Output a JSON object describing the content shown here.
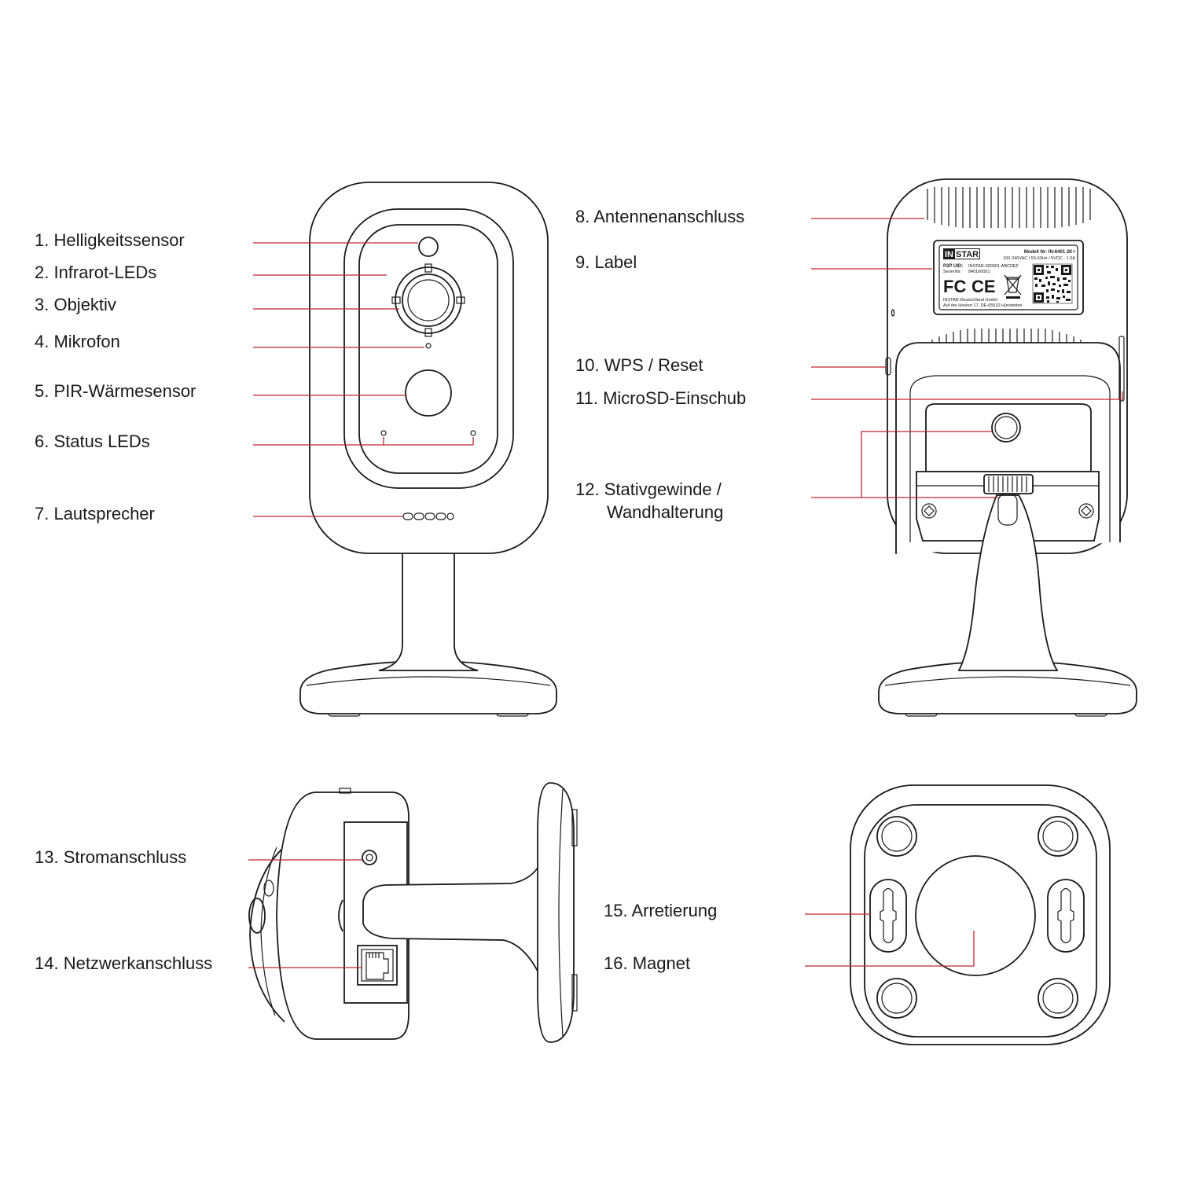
{
  "colors": {
    "leader": "#c0272d",
    "outline": "#1a1a1a",
    "background": "#ffffff"
  },
  "labels": {
    "l1": "1. Helligkeitssensor",
    "l2": "2. Infrarot-LEDs",
    "l3": "3. Objektiv",
    "l4": "4. Mikrofon",
    "l5": "5. PIR-Wärmesensor",
    "l6": "6. Status LEDs",
    "l7": "7. Lautsprecher",
    "l8": "8. Antennenanschluss",
    "l9": "9. Label",
    "l10": "10. WPS / Reset",
    "l11": "11. MicroSD-Einschub",
    "l12a": "12. Stativgewinde /",
    "l12b": "Wandhalterung",
    "l13": "13. Stromanschluss",
    "l14": "14. Netzwerkanschluss",
    "l15": "15. Arretierung",
    "l16": "16. Magnet"
  },
  "device_label": {
    "brand_in": "IN",
    "brand_star": "STAR",
    "model": "Modell Nr: IN-8401 2K+",
    "power": "100-240VAC / 50-60Hz / 5VDC - 1.5A",
    "p2p_key": "P2P UID:",
    "p2p_val": "INSTAR-000001-ABCDEF",
    "serial_key": "SerienNr:",
    "serial_val": "840100001",
    "fc": "FC",
    "ce": "CE",
    "company": "INSTAR Deutschland GmbH",
    "address": "Auf der Hostert 17, DE-65510 Hünstetten"
  },
  "icons": [
    "camera-front-view-icon",
    "camera-back-view-icon",
    "camera-side-view-icon",
    "camera-base-bottom-view-icon",
    "qr-code-icon",
    "weee-bin-icon"
  ]
}
